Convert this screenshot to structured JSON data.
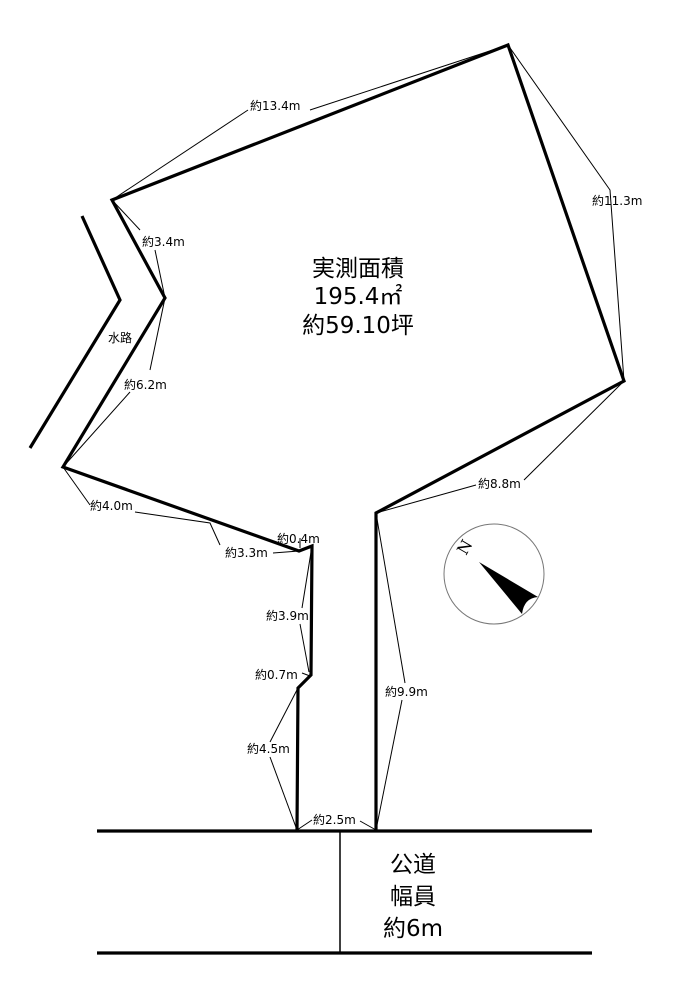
{
  "area": {
    "title": "実測面積",
    "sqm": "195.4㎡",
    "tsubo": "約59.10坪"
  },
  "waterway_label": "水路",
  "road": {
    "line1": "公道",
    "line2": "幅員",
    "line3": "約6m"
  },
  "dimensions": {
    "d13_4": "約13.4m",
    "d11_3": "約11.3m",
    "d3_4": "約3.4m",
    "d6_2": "約6.2m",
    "d4_0": "約4.0m",
    "d3_3": "約3.3m",
    "d0_4": "約0.4m",
    "d3_9": "約3.9m",
    "d0_7": "約0.7m",
    "d4_5": "約4.5m",
    "d2_5": "約2.5m",
    "d9_9": "約9.9m",
    "d8_8": "約8.8m"
  },
  "compass": {
    "label": "N"
  }
}
